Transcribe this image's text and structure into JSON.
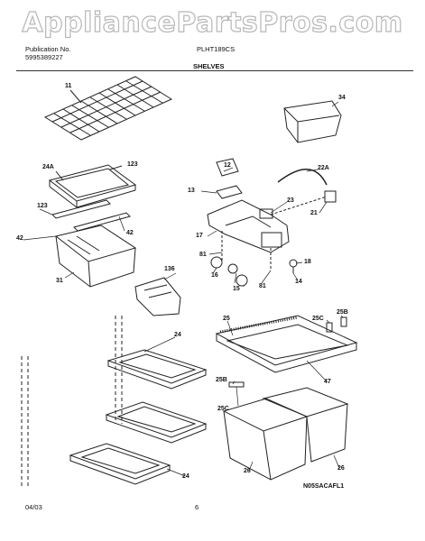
{
  "watermark": "AppliancePartsPros.com",
  "header": {
    "publication_label": "Publication No.",
    "publication_number": "5995389227",
    "model": "PLHT189CS",
    "section": "SHELVES"
  },
  "footer": {
    "date": "04/03",
    "page": "6",
    "drawing_code": "N05SACAFL1"
  },
  "callouts": [
    "11",
    "34",
    "24A",
    "123",
    "12",
    "22A",
    "13",
    "23",
    "123",
    "21",
    "42",
    "17",
    "42",
    "81",
    "18",
    "31",
    "136",
    "16",
    "14",
    "15",
    "81",
    "25",
    "25C",
    "25B",
    "24",
    "47",
    "25B",
    "25C",
    "24",
    "26",
    "26"
  ]
}
